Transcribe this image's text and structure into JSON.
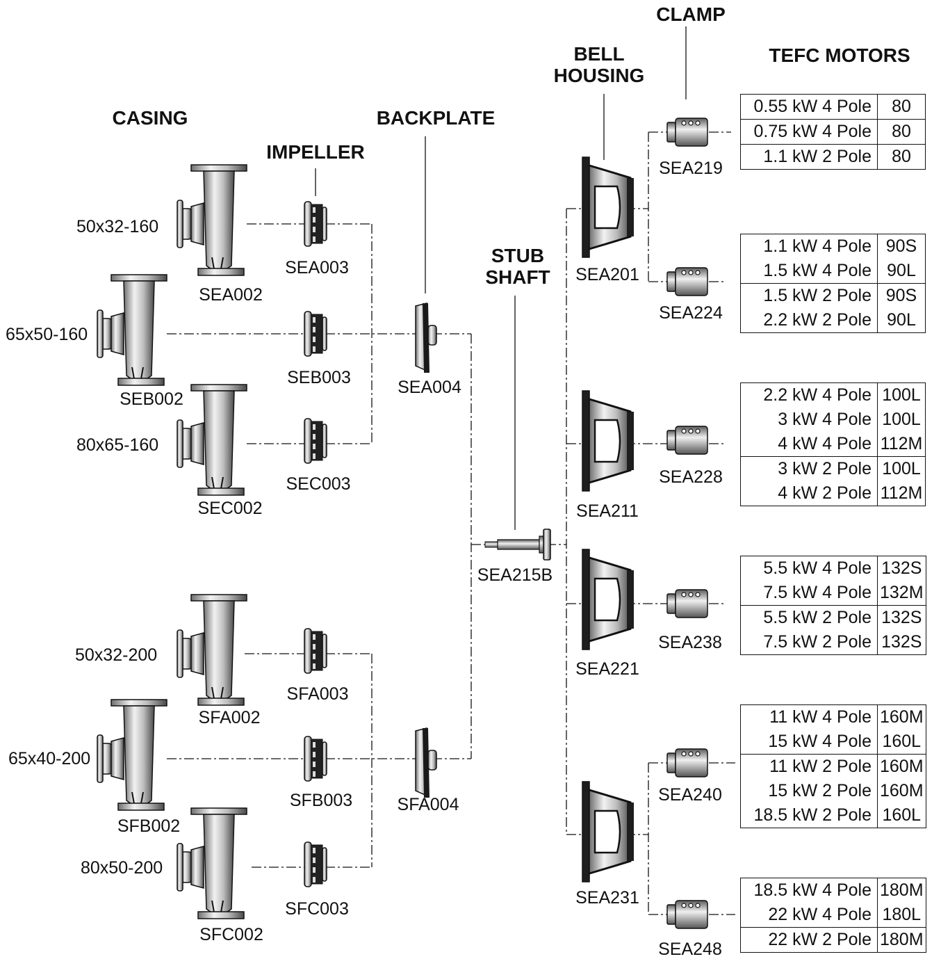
{
  "headers": {
    "casing": "CASING",
    "impeller": "IMPELLER",
    "backplate": "BACKPLATE",
    "stub_shaft": [
      "STUB",
      "SHAFT"
    ],
    "bell_housing": [
      "BELL",
      "HOUSING"
    ],
    "clamp": "CLAMP",
    "tefc_motors": "TEFC MOTORS"
  },
  "casings": [
    {
      "size": "50x32-160",
      "code": "SEA002",
      "impeller": "SEA003"
    },
    {
      "size": "65x50-160",
      "code": "SEB002",
      "impeller": "SEB003"
    },
    {
      "size": "80x65-160",
      "code": "SEC002",
      "impeller": "SEC003"
    },
    {
      "size": "50x32-200",
      "code": "SFA002",
      "impeller": "SFA003"
    },
    {
      "size": "65x40-200",
      "code": "SFB002",
      "impeller": "SFB003"
    },
    {
      "size": "80x50-200",
      "code": "SFC002",
      "impeller": "SFC003"
    }
  ],
  "backplates": [
    "SEA004",
    "SFA004"
  ],
  "stub_shaft": "SEA215B",
  "bell_housings": [
    "SEA201",
    "SEA211",
    "SEA221",
    "SEA231"
  ],
  "clamps": [
    "SEA219",
    "SEA224",
    "SEA228",
    "SEA238",
    "SEA240",
    "SEA248"
  ],
  "motor_tables": [
    {
      "rows": [
        [
          "0.55 kW 4 Pole",
          "80"
        ],
        [
          "0.75 kW 4 Pole",
          "80"
        ],
        [
          "1.1 kW 2 Pole",
          "80"
        ]
      ],
      "groups": [
        1,
        2
      ]
    },
    {
      "rows": [
        [
          "1.1 kW 4 Pole",
          "90S"
        ],
        [
          "1.5 kW 4 Pole",
          "90L"
        ],
        [
          "1.5 kW 2 Pole",
          "90S"
        ],
        [
          "2.2 kW 2 Pole",
          "90L"
        ]
      ],
      "groups": [
        2
      ]
    },
    {
      "rows": [
        [
          "2.2 kW 4 Pole",
          "100L"
        ],
        [
          "3 kW 4 Pole",
          "100L"
        ],
        [
          "4 kW 4 Pole",
          "112M"
        ],
        [
          "3 kW 2 Pole",
          "100L"
        ],
        [
          "4 kW 2 Pole",
          "112M"
        ]
      ],
      "groups": [
        3
      ]
    },
    {
      "rows": [
        [
          "5.5 kW 4 Pole",
          "132S"
        ],
        [
          "7.5 kW 4 Pole",
          "132M"
        ],
        [
          "5.5 kW 2 Pole",
          "132S"
        ],
        [
          "7.5 kW 2 Pole",
          "132S"
        ]
      ],
      "groups": [
        2
      ]
    },
    {
      "rows": [
        [
          "11 kW 4 Pole",
          "160M"
        ],
        [
          "15 kW 4 Pole",
          "160L"
        ],
        [
          "11 kW 2 Pole",
          "160M"
        ],
        [
          "15 kW 2 Pole",
          "160M"
        ],
        [
          "18.5 kW 2 Pole",
          "160L"
        ]
      ],
      "groups": [
        2
      ]
    },
    {
      "rows": [
        [
          "18.5 kW 4 Pole",
          "180M"
        ],
        [
          "22 kW 4 Pole",
          "180L"
        ],
        [
          "22 kW 2 Pole",
          "180M"
        ]
      ],
      "groups": [
        2
      ]
    }
  ]
}
